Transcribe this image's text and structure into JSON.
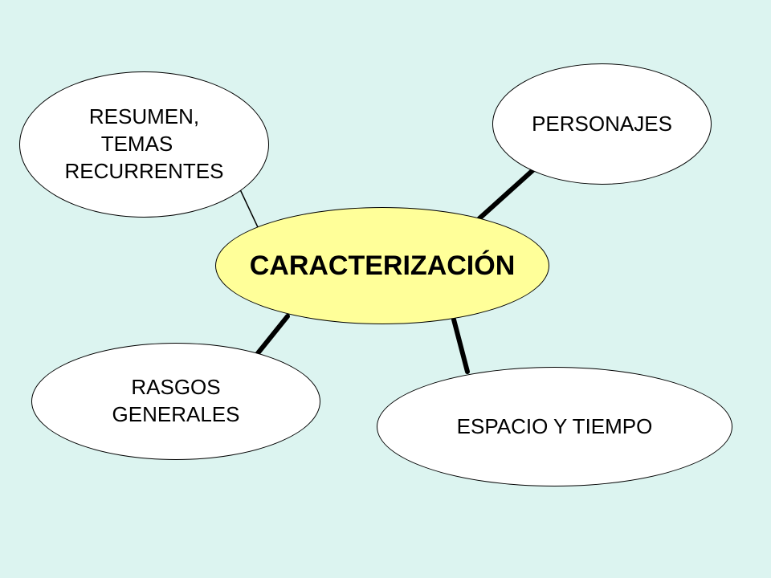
{
  "diagram": {
    "center": {
      "label": "CARACTERIZACIÓN"
    },
    "nodes": {
      "resumen": {
        "lines": [
          "RESUMEN,",
          "TEMAS",
          "RECURRENTES"
        ]
      },
      "personajes": {
        "lines": [
          "PERSONAJES"
        ]
      },
      "rasgos": {
        "lines": [
          "RASGOS",
          "GENERALES"
        ]
      },
      "espacio": {
        "lines": [
          "ESPACIO Y TIEMPO"
        ]
      }
    }
  },
  "colors": {
    "background": "#dcf4f0",
    "center_fill": "#ffff99",
    "node_fill": "#ffffff",
    "link": "#000000"
  }
}
